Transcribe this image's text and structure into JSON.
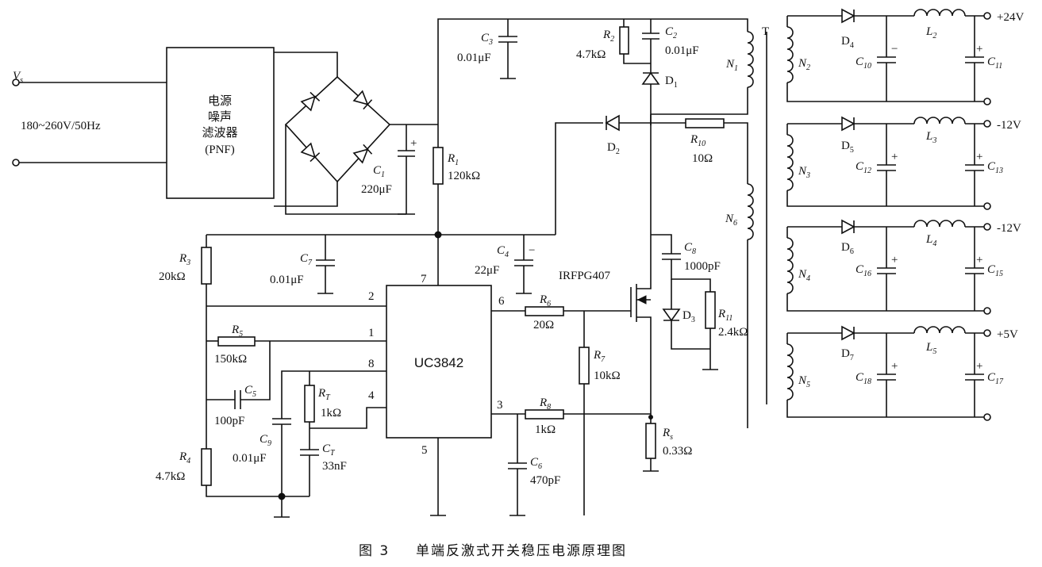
{
  "caption": {
    "fig": "图 3",
    "title": "单端反激式开关稳压电源原理图"
  },
  "input": {
    "vs": "V",
    "vs_sub": "s",
    "voltage": "180~260V/50Hz"
  },
  "pnf": {
    "line1": "电源",
    "line2": "噪声",
    "line3": "滤波器",
    "line4": "(PNF)"
  },
  "ic": {
    "name": "UC3842",
    "pins": [
      "7",
      "2",
      "1",
      "8",
      "4",
      "6",
      "3",
      "5"
    ]
  },
  "mosfet": "IRFPG407",
  "transformer": "T",
  "components": {
    "c1": {
      "sym": "C",
      "sub": "1",
      "val": "220μF"
    },
    "r1": {
      "sym": "R",
      "sub": "1",
      "val": "120kΩ"
    },
    "c3": {
      "sym": "C",
      "sub": "3",
      "val": "0.01μF"
    },
    "r2": {
      "sym": "R",
      "sub": "2",
      "val": "4.7kΩ"
    },
    "c2": {
      "sym": "C",
      "sub": "2",
      "val": "0.01μF"
    },
    "d1": {
      "sym": "D",
      "sub": "1"
    },
    "n1": {
      "sym": "N",
      "sub": "1"
    },
    "d2": {
      "sym": "D",
      "sub": "2"
    },
    "r10": {
      "sym": "R",
      "sub": "10",
      "val": "10Ω"
    },
    "n6": {
      "sym": "N",
      "sub": "6"
    },
    "r3": {
      "sym": "R",
      "sub": "3",
      "val": "20kΩ"
    },
    "c7": {
      "sym": "C",
      "sub": "7",
      "val": "0.01μF"
    },
    "c4": {
      "sym": "C",
      "sub": "4",
      "val": "22μF"
    },
    "c8": {
      "sym": "C",
      "sub": "8",
      "val": "1000pF"
    },
    "r5": {
      "sym": "R",
      "sub": "5",
      "val": "150kΩ"
    },
    "c5": {
      "sym": "C",
      "sub": "5",
      "val": "100pF"
    },
    "rt": {
      "sym": "R",
      "sub": "T",
      "val": "1kΩ"
    },
    "c9": {
      "sym": "C",
      "sub": "9",
      "val": "0.01μF"
    },
    "ct": {
      "sym": "C",
      "sub": "T",
      "val": "33nF"
    },
    "r4": {
      "sym": "R",
      "sub": "4",
      "val": "4.7kΩ"
    },
    "r6": {
      "sym": "R",
      "sub": "6",
      "val": "20Ω"
    },
    "r7": {
      "sym": "R",
      "sub": "7",
      "val": "10kΩ"
    },
    "r8": {
      "sym": "R",
      "sub": "8",
      "val": "1kΩ"
    },
    "c6": {
      "sym": "C",
      "sub": "6",
      "val": "470pF"
    },
    "d3": {
      "sym": "D",
      "sub": "3"
    },
    "r11": {
      "sym": "R",
      "sub": "11",
      "val": "2.4kΩ"
    },
    "rs": {
      "sym": "R",
      "sub": "s",
      "val": "0.33Ω"
    }
  },
  "outputs": [
    {
      "n": {
        "sym": "N",
        "sub": "2"
      },
      "d": {
        "sym": "D",
        "sub": "4"
      },
      "l": {
        "sym": "L",
        "sub": "2"
      },
      "ca": {
        "sym": "C",
        "sub": "10"
      },
      "cb": {
        "sym": "C",
        "sub": "11"
      },
      "v": "+24V"
    },
    {
      "n": {
        "sym": "N",
        "sub": "3"
      },
      "d": {
        "sym": "D",
        "sub": "5"
      },
      "l": {
        "sym": "L",
        "sub": "3"
      },
      "ca": {
        "sym": "C",
        "sub": "12"
      },
      "cb": {
        "sym": "C",
        "sub": "13"
      },
      "v": "-12V"
    },
    {
      "n": {
        "sym": "N",
        "sub": "4"
      },
      "d": {
        "sym": "D",
        "sub": "6"
      },
      "l": {
        "sym": "L",
        "sub": "4"
      },
      "ca": {
        "sym": "C",
        "sub": "16"
      },
      "cb": {
        "sym": "C",
        "sub": "15"
      },
      "v": "-12V"
    },
    {
      "n": {
        "sym": "N",
        "sub": "5"
      },
      "d": {
        "sym": "D",
        "sub": "7"
      },
      "l": {
        "sym": "L",
        "sub": "5"
      },
      "ca": {
        "sym": "C",
        "sub": "18"
      },
      "cb": {
        "sym": "C",
        "sub": "17"
      },
      "v": "+5V"
    }
  ]
}
